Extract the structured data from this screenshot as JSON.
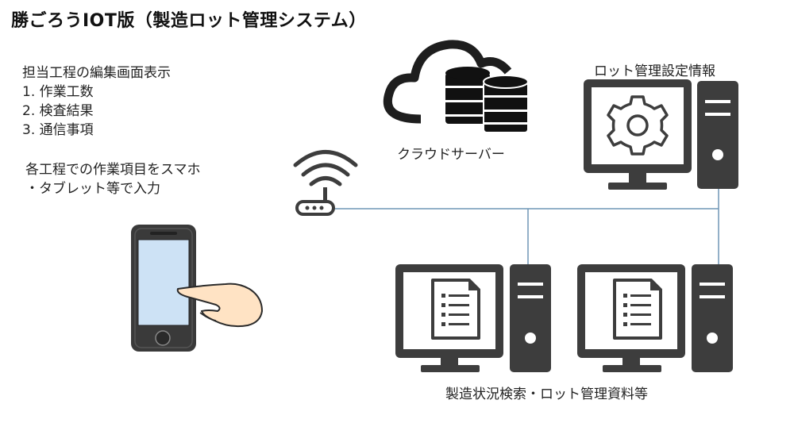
{
  "title": "勝ごろうIOT版（製造ロット管理システム）",
  "features": {
    "heading": "担当工程の編集画面表示",
    "items": [
      "1. 作業工数",
      "2. 検査結果",
      "3. 通信事項"
    ]
  },
  "input_note": {
    "line1": "各工程での作業項目をスマホ",
    "line2": "・タブレット等で入力"
  },
  "nodes": {
    "cloud_label": "クラウドサーバー",
    "lot_settings_label": "ロット管理設定情報",
    "search_label": "製造状況検索・ロット管理資料等"
  },
  "icons": {
    "cloud": "cloud-icon",
    "database": "database-icon",
    "router": "wifi-router-icon",
    "settings_pc": "gear-monitor-icon",
    "document_pc": "document-monitor-icon",
    "smartphone": "smartphone-hand-icon"
  },
  "colors": {
    "device": "#3d3d3d",
    "network_line": "#6f95b5",
    "screen": "#cde2f5"
  }
}
